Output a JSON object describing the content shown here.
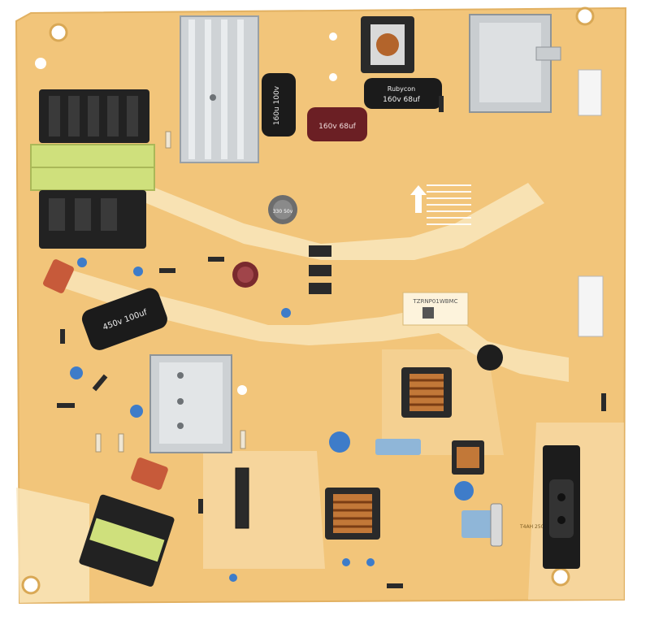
{
  "labels": {
    "cap_large_top_left": "160u 100v",
    "cap_upper_mid_a": "160v 68uf",
    "cap_upper_mid_b": "160v 68uf",
    "cap_brand": "Rubycon",
    "cap_left_big": "450v 100uf",
    "small_cap_mid": "330 50v",
    "board_sticker": "TZRNP01WBMC",
    "fuse_label": "T4AH 250V"
  },
  "colors": {
    "pcb": "#f2c57a",
    "pcb_light": "#f9e6bd",
    "background": "#ffffff",
    "heatsink": "#cfd3d6",
    "capacitor_black": "#1b1b1b",
    "capacitor_maroon": "#6b1f24",
    "film_cap_blue": "#3e7cc9",
    "film_cap_red": "#c75a3a",
    "transformer_black": "#222222",
    "transformer_green": "#cfe07c",
    "copper": "#b3642b"
  }
}
